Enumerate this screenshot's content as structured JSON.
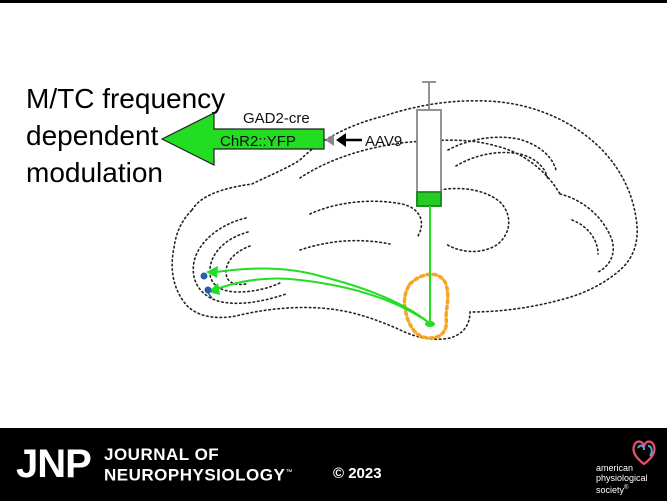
{
  "title_lines": [
    "M/TC frequency",
    "dependent",
    "modulation"
  ],
  "labels": {
    "gad2": "GAD2-cre",
    "chr2": "ChR2::YFP",
    "aav9": "AAV9"
  },
  "footer": {
    "jnp": "JNP",
    "journal_line1": "JOURNAL OF",
    "journal_line2": "NEUROPHYSIOLOGY",
    "tm": "™",
    "copyright": "© 2023",
    "aps_line1": "american",
    "aps_line2": "physiological",
    "aps_line3": "society",
    "aps_tm": "®"
  },
  "colors": {
    "green": "#22dd22",
    "green_dark": "#1a8a1a",
    "orange": "#f5a623",
    "blue": "#2b5cab",
    "gray": "#888888"
  }
}
